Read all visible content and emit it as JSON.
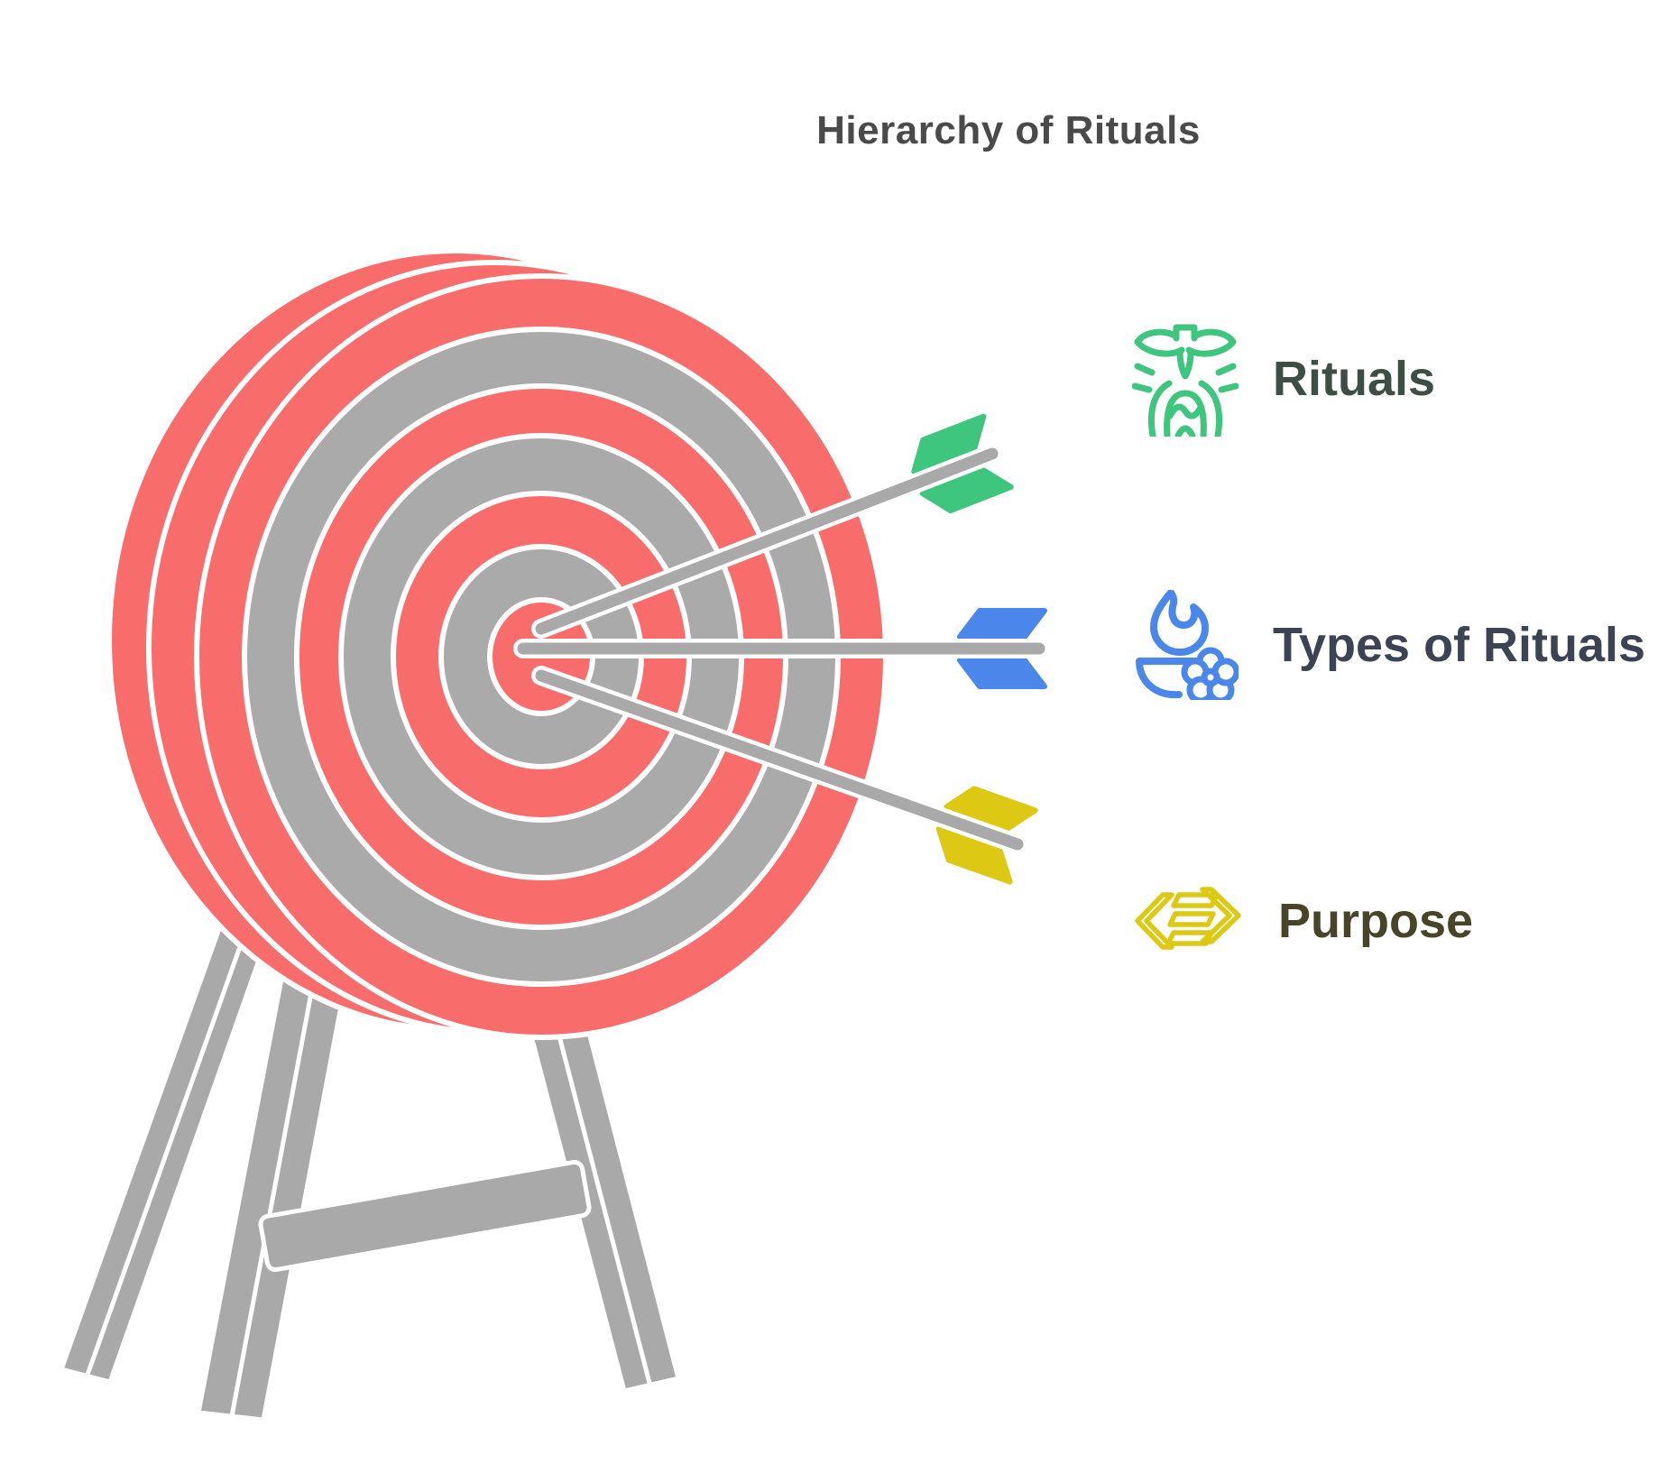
{
  "title": "Hierarchy of Rituals",
  "legend_items": [
    {
      "label": "Rituals",
      "icon": "dove-offering-icon",
      "icon_color": "#3EC57E",
      "label_color": "#3D4F44"
    },
    {
      "label": "Types of Rituals",
      "icon": "diya-lamp-flower-icon",
      "icon_color": "#4B87EB",
      "label_color": "#3C4454"
    },
    {
      "label": "Purpose",
      "icon": "exchange-chevrons-icon",
      "icon_color": "#DDC913",
      "label_color": "#47442A"
    }
  ],
  "illustration": {
    "name": "archery-target-on-tripod-with-three-arrows",
    "target_red": "#F96C6C",
    "target_gray": "#AAAAAA",
    "arrow_shaft_color": "#A9A9A9",
    "arrow_fletching_colors": [
      "#3EC57E",
      "#4B87EB",
      "#DDC913"
    ],
    "ring_count": 7
  }
}
